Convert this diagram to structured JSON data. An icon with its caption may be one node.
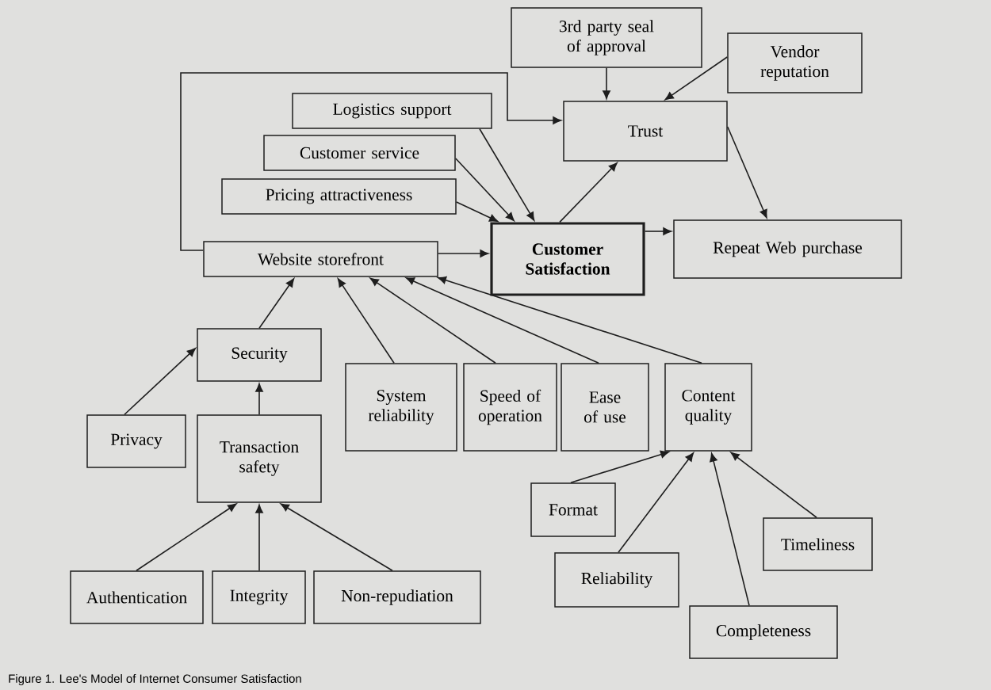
{
  "diagram": {
    "caption": "Figure 1. Lee's Model of Internet Consumer Satisfaction",
    "nodes": [
      {
        "text": [
          "3rd party seal of approval"
        ]
      },
      {
        "text": [
          "Vendor reputation"
        ]
      },
      {
        "text": [
          "Logistics support"
        ]
      },
      {
        "text": [
          "Trust"
        ]
      },
      {
        "text": [
          "Customer service"
        ]
      },
      {
        "text": [
          "Pricing attractiveness"
        ]
      },
      {
        "text": [
          "Customer Satisfaction"
        ]
      },
      {
        "text": [
          "Repeat Web purchase"
        ]
      },
      {
        "text": [
          "Website storefront"
        ]
      },
      {
        "text": [
          "Security"
        ]
      },
      {
        "text": [
          "System reliability"
        ]
      },
      {
        "text": [
          "Speed of operation"
        ]
      },
      {
        "text": [
          "Ease of use"
        ]
      },
      {
        "text": [
          "Content quality"
        ]
      },
      {
        "text": [
          "Privacy"
        ]
      },
      {
        "text": [
          "Transaction safety"
        ]
      },
      {
        "text": [
          "Format"
        ]
      },
      {
        "text": [
          "Timeliness"
        ]
      },
      {
        "text": [
          "Reliability"
        ]
      },
      {
        "text": [
          "Authentication"
        ]
      },
      {
        "text": [
          "Integrity"
        ]
      },
      {
        "text": [
          "Non-repudiation"
        ]
      },
      {
        "text": [
          "Completeness"
        ]
      }
    ],
    "edges": [
      {
        "from": 0,
        "to": 3,
        "arrow": "to"
      },
      {
        "from": 1,
        "to": 3,
        "arrow": "to"
      },
      {
        "from": 8,
        "to": 3,
        "arrow": "to"
      },
      {
        "from": 2,
        "to": 6,
        "arrow": "to"
      },
      {
        "from": 4,
        "to": 6,
        "arrow": "to"
      },
      {
        "from": 5,
        "to": 6,
        "arrow": "to"
      },
      {
        "from": 6,
        "to": 3,
        "arrow": "to"
      },
      {
        "from": 3,
        "to": 7,
        "arrow": "to"
      },
      {
        "from": 6,
        "to": 7,
        "arrow": "to"
      },
      {
        "from": 8,
        "to": 6,
        "arrow": "to"
      },
      {
        "from": 9,
        "to": 8,
        "arrow": "to"
      },
      {
        "from": 10,
        "to": 8,
        "arrow": "to"
      },
      {
        "from": 11,
        "to": 8,
        "arrow": "to"
      },
      {
        "from": 12,
        "to": 8,
        "arrow": "to"
      },
      {
        "from": 13,
        "to": 8,
        "arrow": "to"
      },
      {
        "from": 14,
        "to": 9,
        "arrow": "to"
      },
      {
        "from": 15,
        "to": 9,
        "arrow": "to"
      },
      {
        "from": 19,
        "to": 15,
        "arrow": "to"
      },
      {
        "from": 20,
        "to": 15,
        "arrow": "to"
      },
      {
        "from": 21,
        "to": 15,
        "arrow": "to"
      },
      {
        "from": 16,
        "to": 13,
        "arrow": "to"
      },
      {
        "from": 18,
        "to": 13,
        "arrow": "to"
      },
      {
        "from": 22,
        "to": 13,
        "arrow": "to"
      },
      {
        "from": 17,
        "to": 13,
        "arrow": "to"
      }
    ]
  }
}
